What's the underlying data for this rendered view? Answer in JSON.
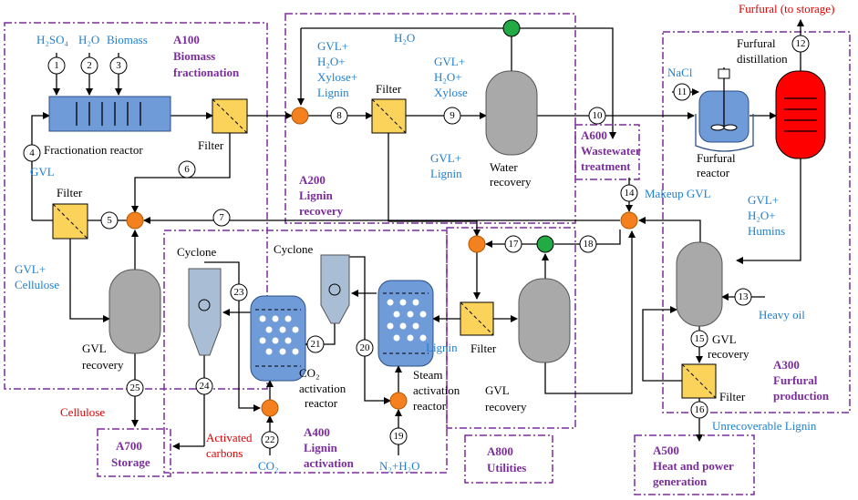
{
  "areas": {
    "a100": [
      "A100",
      "Biomass",
      "fractionation"
    ],
    "a200": [
      "A200",
      "Lignin",
      "recovery"
    ],
    "a300": [
      "A300",
      "Furfural",
      "production"
    ],
    "a400": [
      "A400",
      "Lignin",
      "activation"
    ],
    "a500": [
      "A500",
      "Heat and power",
      "generation"
    ],
    "a600": [
      "A600",
      "Wastewater",
      "treatment"
    ],
    "a700": [
      "A700",
      "Storage"
    ],
    "a800": [
      "A800",
      "Utilities"
    ]
  },
  "units": {
    "fractionation_reactor": "Fractionation reactor",
    "filter": "Filter",
    "gvl_recovery": [
      "GVL",
      "recovery"
    ],
    "gvl_recovery_right": [
      "GVL",
      "recovery"
    ],
    "water_recovery": [
      "Water",
      "recovery"
    ],
    "furfural_reactor": [
      "Furfural",
      "reactor"
    ],
    "furfural_distillation": [
      "Furfural",
      "distillation"
    ],
    "cyclone": "Cyclone",
    "co2_reactor": [
      "CO₂",
      "activation",
      "reactor"
    ],
    "steam_reactor": [
      "Steam",
      "activation",
      "reactor"
    ]
  },
  "streams": {
    "h2so4": "H₂SO₄",
    "h2o": "H₂O",
    "biomass": "Biomass",
    "gvl": "GVL",
    "gvl_cellulose": [
      "GVL+",
      "Cellulose"
    ],
    "gvl_h2o_xylose_lignin": [
      "GVL+",
      "H₂O+",
      "Xylose+",
      "Lignin"
    ],
    "h2o_top": "H₂O",
    "gvl_h2o_xylose": [
      "GVL+",
      "H₂O+",
      "Xylose"
    ],
    "gvl_lignin": [
      "GVL+",
      "Lignin"
    ],
    "nacl": "NaCl",
    "furfural_storage": "Furfural (to storage)",
    "makeup_gvl": "Makeup GVL",
    "gvl_h2o_humins": [
      "GVL+",
      "H₂O+",
      "Humins"
    ],
    "heavy_oil": "Heavy oil",
    "unrecoverable_lignin": "Unrecoverable Lignin",
    "lignin": "Lignin",
    "cellulose": "Cellulose",
    "activated_carbons": [
      "Activated",
      "carbons"
    ],
    "co2": "CO₂",
    "n2_h2o": "N₂+H₂O"
  },
  "stream_numbers": [
    "1",
    "2",
    "3",
    "4",
    "5",
    "6",
    "7",
    "8",
    "9",
    "10",
    "11",
    "12",
    "13",
    "14",
    "15",
    "16",
    "17",
    "18",
    "19",
    "20",
    "21",
    "22",
    "23",
    "24",
    "25"
  ],
  "colors": {
    "area_border": "#7b2d9c",
    "label_blue": "#1f7fcf",
    "label_red": "#e00000",
    "mixer": "#f4801f",
    "pump": "#22aa44",
    "filter": "#fbd35a",
    "reactor": "#6f9bd8",
    "distillation": "#ff0000"
  }
}
